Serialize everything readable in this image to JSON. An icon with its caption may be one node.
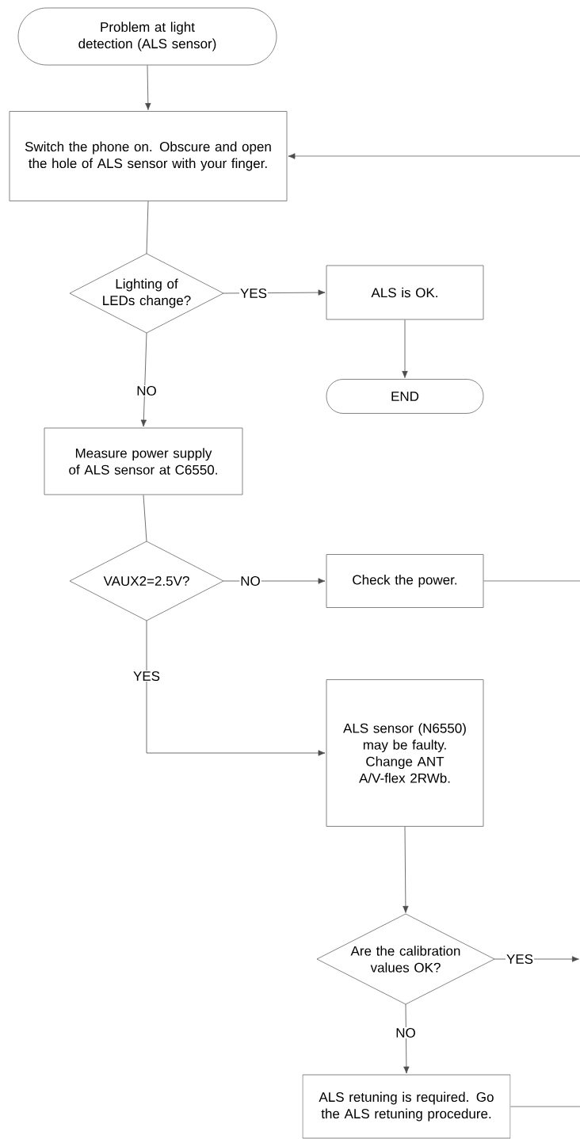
{
  "diagram": {
    "nodes": [
      {
        "text": [
          "Problem at light detection (ALS sensor)"
        ]
      },
      {
        "text": [
          "Switch the phone on. Obscure and open the hole of ALS sensor with your finger."
        ]
      },
      {
        "text": [
          "Lighting of LEDs change?"
        ]
      },
      {
        "text": [
          "ALS is OK."
        ]
      },
      {
        "text": [
          "END"
        ]
      },
      {
        "text": [
          "Measure power supply of ALS sensor at C6550."
        ]
      },
      {
        "text": [
          "VAUX2=2.5V?"
        ]
      },
      {
        "text": [
          "Check the power."
        ]
      },
      {
        "text": [
          "ALS sensor (N6550) may be faulty. Change ANT A/V-flex 2RWb."
        ]
      },
      {
        "text": [
          "Are the calibration values OK?"
        ]
      },
      {
        "text": [
          "ALS retuning is required. Go the ALS retuning procedure."
        ]
      }
    ],
    "edges": [
      {
        "from": 0,
        "to": 1,
        "arrow": "to"
      },
      {
        "from": 1,
        "to": 2,
        "arrow": "none"
      },
      {
        "from": 2,
        "to": 3,
        "arrow": "to",
        "label": "YES"
      },
      {
        "from": 3,
        "to": 4,
        "arrow": "to"
      },
      {
        "from": 2,
        "to": 5,
        "arrow": "to",
        "label": "NO"
      },
      {
        "from": 5,
        "to": 6,
        "arrow": "none"
      },
      {
        "from": 6,
        "to": 7,
        "arrow": "to",
        "label": "NO"
      },
      {
        "from": 6,
        "to": 8,
        "arrow": "to",
        "label": "YES"
      },
      {
        "from": 8,
        "to": 9,
        "arrow": "to"
      },
      {
        "from": 9,
        "to": null,
        "arrow": "to",
        "label": "YES"
      },
      {
        "from": 9,
        "to": 10,
        "arrow": "to",
        "label": "NO"
      },
      {
        "from": 7,
        "to": null,
        "arrow": "none"
      },
      {
        "from": null,
        "to": 1,
        "arrow": "to"
      },
      {
        "from": 10,
        "to": null,
        "arrow": "none"
      }
    ]
  }
}
